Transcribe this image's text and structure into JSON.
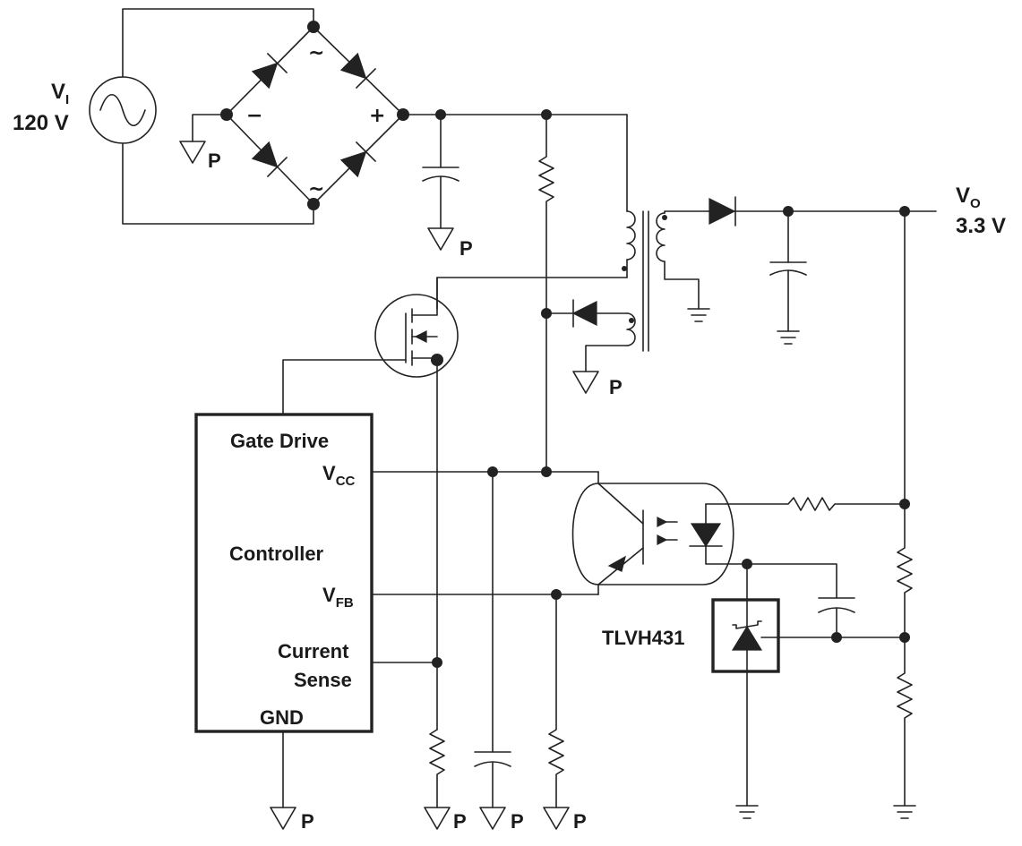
{
  "input": {
    "label_main": "V",
    "label_sub": "I",
    "value": "120 V"
  },
  "output": {
    "label_main": "V",
    "label_sub": "O",
    "value": "3.3 V"
  },
  "bridge": {
    "minus": "−",
    "plus": "+",
    "tilde_top": "~",
    "tilde_bottom": "~"
  },
  "ground_p": "P",
  "controller": {
    "gate_drive": "Gate Drive",
    "vcc_main": "V",
    "vcc_sub": "CC",
    "title": "Controller",
    "vfb_main": "V",
    "vfb_sub": "FB",
    "current_line1": "Current",
    "current_line2": "Sense",
    "gnd": "GND"
  },
  "reference": {
    "part": "TLVH431"
  }
}
